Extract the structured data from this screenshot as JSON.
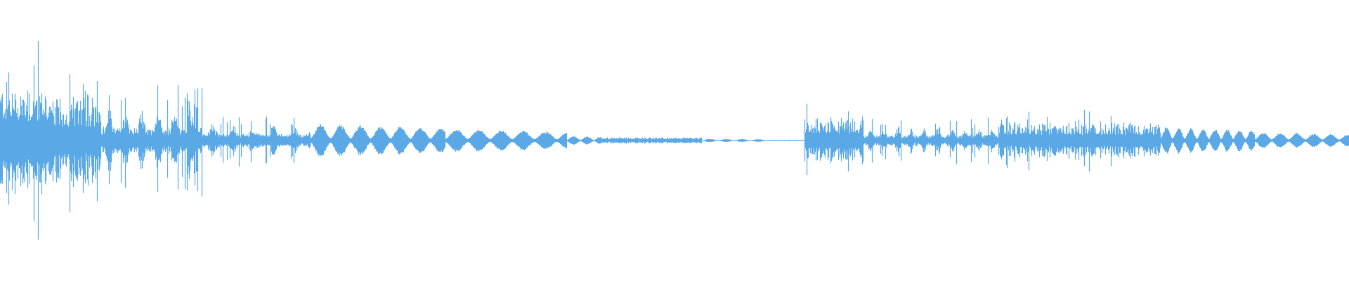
{
  "waveform": {
    "color": "#5aa9e6",
    "background": "#ffffff",
    "segments": [
      {
        "start": 0.0,
        "end": 0.035,
        "peak": 0.78,
        "style": "dense",
        "beat": 0.004
      },
      {
        "start": 0.035,
        "end": 0.075,
        "peak": 0.55,
        "style": "dense",
        "beat": 0.006
      },
      {
        "start": 0.075,
        "end": 0.15,
        "peak": 0.4,
        "style": "spiky",
        "beat": 0.012
      },
      {
        "start": 0.15,
        "end": 0.23,
        "peak": 0.2,
        "style": "spiky",
        "beat": 0.015
      },
      {
        "start": 0.23,
        "end": 0.33,
        "peak": 0.12,
        "style": "lobes",
        "beat": 0.0148
      },
      {
        "start": 0.33,
        "end": 0.42,
        "peak": 0.085,
        "style": "lobes",
        "beat": 0.0165
      },
      {
        "start": 0.42,
        "end": 0.445,
        "peak": 0.035,
        "style": "lobes",
        "beat": 0.01
      },
      {
        "start": 0.445,
        "end": 0.52,
        "peak": 0.022,
        "style": "fuzz",
        "beat": 0.008
      },
      {
        "start": 0.52,
        "end": 0.57,
        "peak": 0.012,
        "style": "lobes",
        "beat": 0.012
      },
      {
        "start": 0.57,
        "end": 0.596,
        "peak": 0.004,
        "style": "flat",
        "beat": 0.01
      },
      {
        "start": 0.596,
        "end": 0.64,
        "peak": 0.3,
        "style": "dense",
        "beat": 0.004
      },
      {
        "start": 0.64,
        "end": 0.74,
        "peak": 0.17,
        "style": "spiky",
        "beat": 0.01
      },
      {
        "start": 0.74,
        "end": 0.86,
        "peak": 0.23,
        "style": "dense",
        "beat": 0.006
      },
      {
        "start": 0.86,
        "end": 0.93,
        "peak": 0.1,
        "style": "lobes",
        "beat": 0.009
      },
      {
        "start": 0.93,
        "end": 1.0,
        "peak": 0.06,
        "style": "lobes",
        "beat": 0.0125
      }
    ]
  }
}
